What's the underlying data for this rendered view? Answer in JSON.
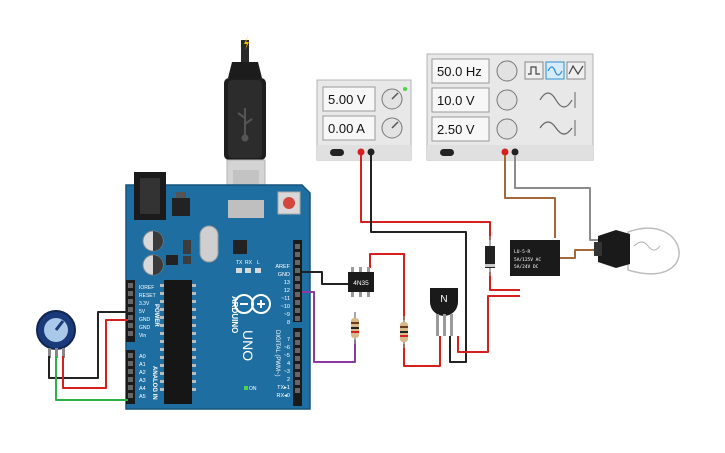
{
  "power_supply": {
    "voltage": "5.00 V",
    "current": "0.00 A"
  },
  "function_generator": {
    "frequency": "50.0 Hz",
    "amplitude": "10.0 V",
    "dc_offset": "2.50 V",
    "selected_wave": "sine"
  },
  "arduino": {
    "brand": "ARDUINO",
    "model": "UNO",
    "power_header_label": "POWER",
    "analog_header_label": "ANALOG IN",
    "digital_header_label": "DIGITAL (PWM~)",
    "power_pins": [
      "IOREF",
      "RESET",
      "3.3V",
      "5V",
      "GND",
      "GND",
      "Vin"
    ],
    "analog_pins": [
      "A0",
      "A1",
      "A2",
      "A3",
      "A4",
      "A5"
    ],
    "digital_pins_top": [
      "AREF",
      "GND",
      "13",
      "12",
      "~11",
      "~10",
      "~9",
      "8"
    ],
    "digital_pins_bottom": [
      "7",
      "~6",
      "~5",
      "4",
      "~3",
      "2",
      "TX▸1",
      "RX◂0"
    ],
    "led_labels": [
      "TX",
      "RX",
      "L"
    ],
    "on_label": "ON"
  },
  "optocoupler": {
    "label": "4N35"
  },
  "transistor": {
    "label": "N"
  },
  "relay": {
    "lines": [
      "LU-5-R",
      "5A/125V AC",
      "5A/24V DC"
    ]
  },
  "colors": {
    "board": "#1f6ea1",
    "wire_red": "#d62020",
    "wire_black": "#222222",
    "wire_purple": "#8a3aa0",
    "wire_green": "#2bb04a",
    "wire_brown": "#a4683a",
    "wire_gray": "#8c8c8c"
  }
}
